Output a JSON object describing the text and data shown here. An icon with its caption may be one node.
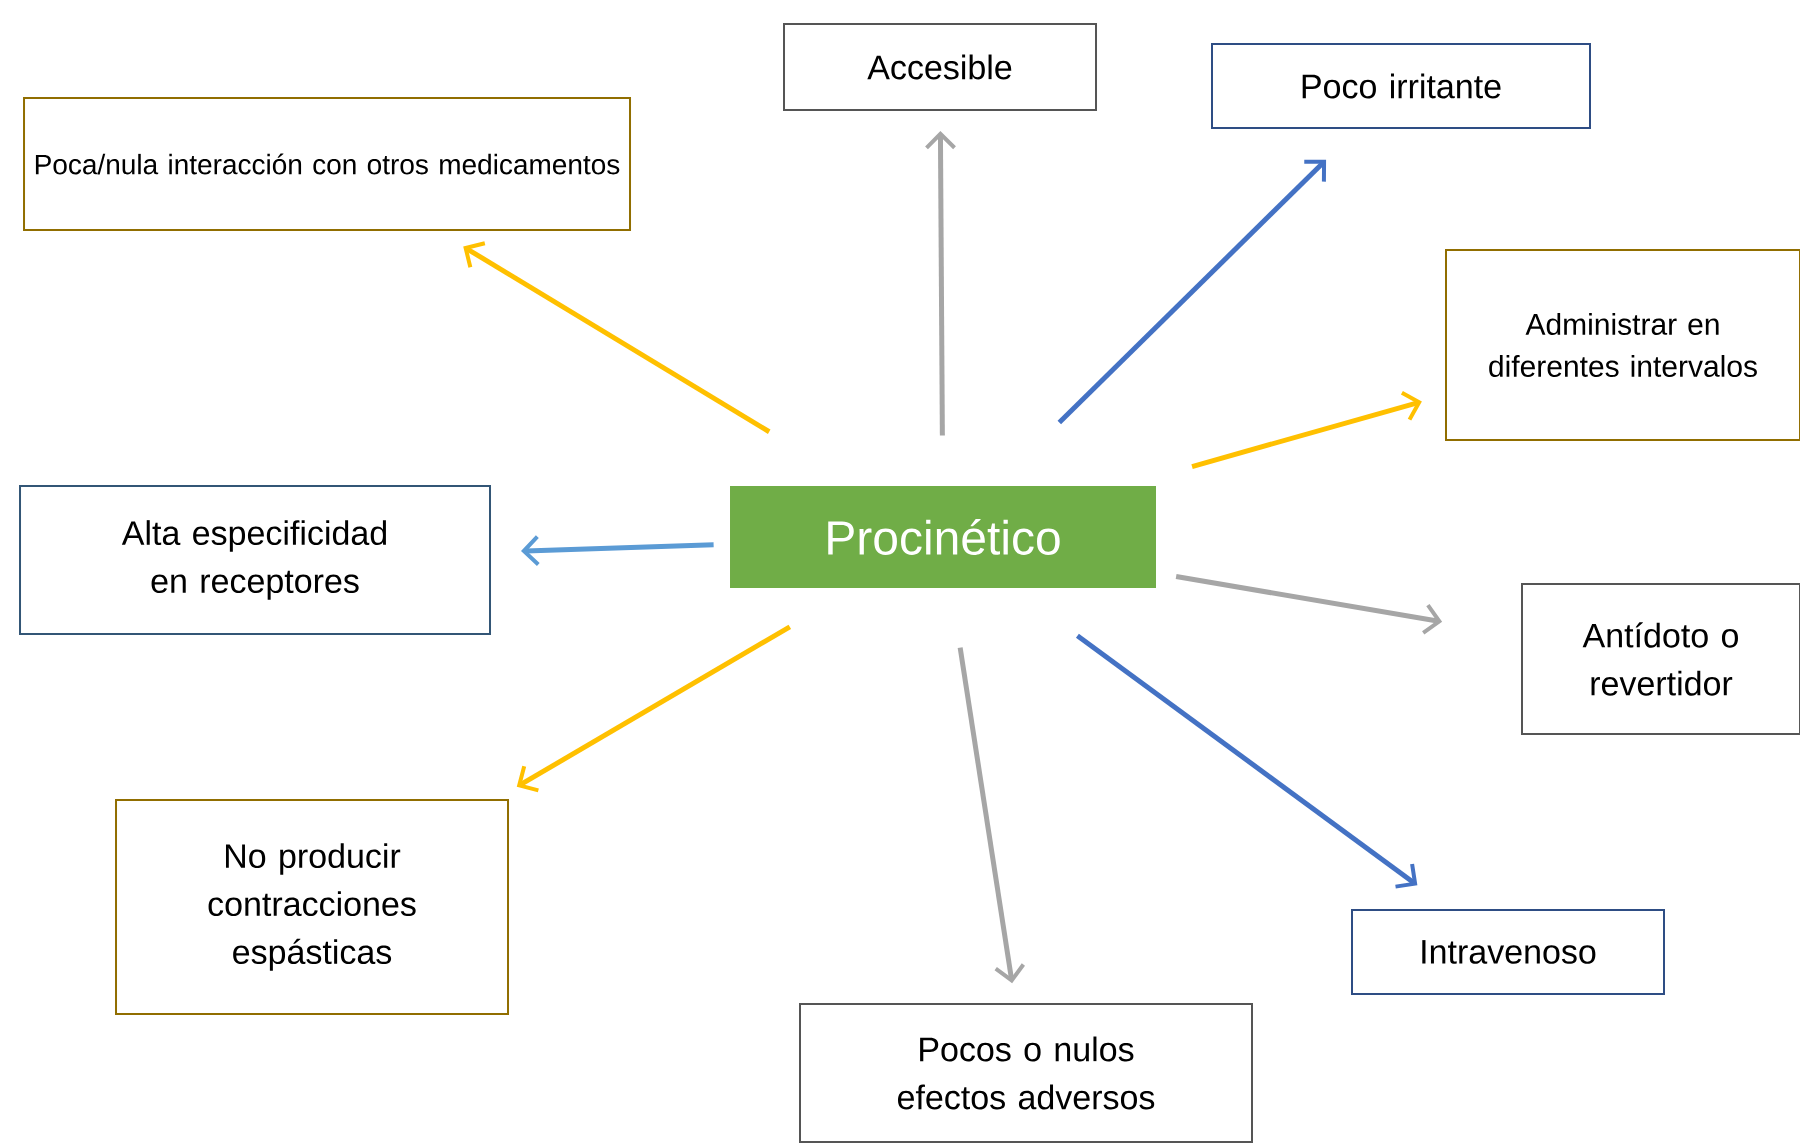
{
  "diagram": {
    "nodes": [
      {
        "text": [
          "Procinético"
        ]
      },
      {
        "text": [
          "Accesible"
        ]
      },
      {
        "text": [
          "Poco irritante"
        ]
      },
      {
        "text": [
          "Poca/nula  interacción con otros medicamentos"
        ]
      },
      {
        "text": [
          "Administrar en diferentes intervalos"
        ]
      },
      {
        "text": [
          "Alta especificidad en receptores"
        ]
      },
      {
        "text": [
          "Antídoto o revertidor"
        ]
      },
      {
        "text": [
          "No producir contracciones espásticas"
        ]
      },
      {
        "text": [
          "Intravenoso"
        ]
      },
      {
        "text": [
          "Pocos o nulos efectos adversos"
        ]
      }
    ],
    "edges": [
      {
        "from": 0,
        "to": 1,
        "arrow": "to",
        "color": "#a6a6a6"
      },
      {
        "from": 0,
        "to": 2,
        "arrow": "to",
        "color": "#4472c4"
      },
      {
        "from": 0,
        "to": 3,
        "arrow": "to",
        "color": "#ffc000"
      },
      {
        "from": 0,
        "to": 4,
        "arrow": "to",
        "color": "#ffc000"
      },
      {
        "from": 0,
        "to": 5,
        "arrow": "to",
        "color": "#5b9bd5"
      },
      {
        "from": 0,
        "to": 6,
        "arrow": "to",
        "color": "#a6a6a6"
      },
      {
        "from": 0,
        "to": 7,
        "arrow": "to",
        "color": "#ffc000"
      },
      {
        "from": 0,
        "to": 8,
        "arrow": "to",
        "color": "#4472c4"
      },
      {
        "from": 0,
        "to": 9,
        "arrow": "to",
        "color": "#a6a6a6"
      }
    ]
  }
}
